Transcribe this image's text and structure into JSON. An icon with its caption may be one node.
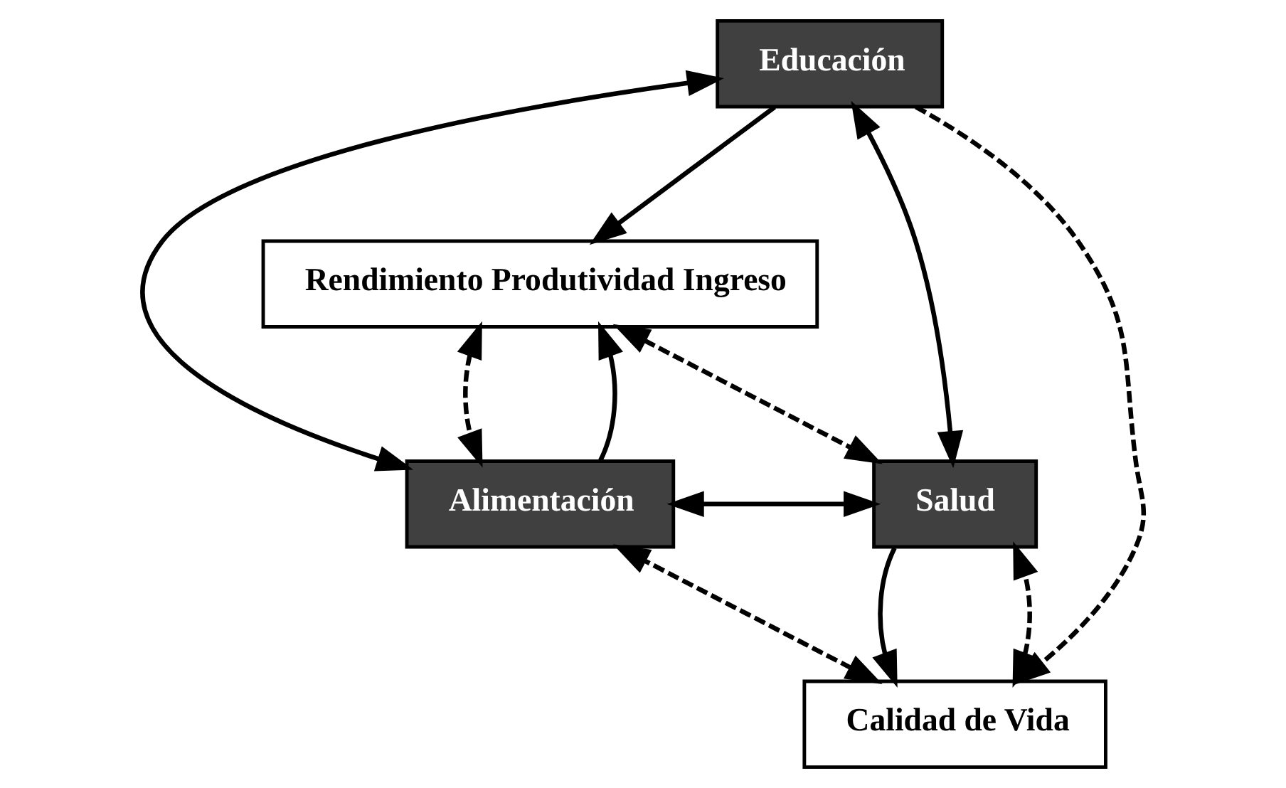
{
  "diagram": {
    "nodes": [
      {
        "text": [
          "Rendimiento Produtividad Ingreso"
        ]
      },
      {
        "text": [
          "Educación"
        ]
      },
      {
        "text": [
          "Alimentación"
        ]
      },
      {
        "text": [
          "Salud"
        ]
      },
      {
        "text": [
          "Calidad de Vida"
        ]
      }
    ],
    "edges": [
      {
        "from": 1,
        "to": 0,
        "arrow": "to"
      },
      {
        "from": 1,
        "to": 4,
        "arrow": "to",
        "style": "dashed"
      },
      {
        "from": 1,
        "to": 2,
        "arrow": "both"
      },
      {
        "from": 1,
        "to": 3,
        "arrow": "both"
      },
      {
        "from": 2,
        "to": 3,
        "arrow": "both"
      },
      {
        "from": 0,
        "to": 2,
        "arrow": "both",
        "style": "dashed"
      },
      {
        "from": 0,
        "to": 3,
        "arrow": "both",
        "style": "dashed"
      },
      {
        "from": 4,
        "to": 2,
        "arrow": "both",
        "style": "dashed"
      },
      {
        "from": 4,
        "to": 3,
        "arrow": "both",
        "style": "dashed"
      },
      {
        "from": 2,
        "to": 0,
        "arrow": "to"
      },
      {
        "from": 3,
        "to": 4,
        "arrow": "to"
      }
    ]
  }
}
